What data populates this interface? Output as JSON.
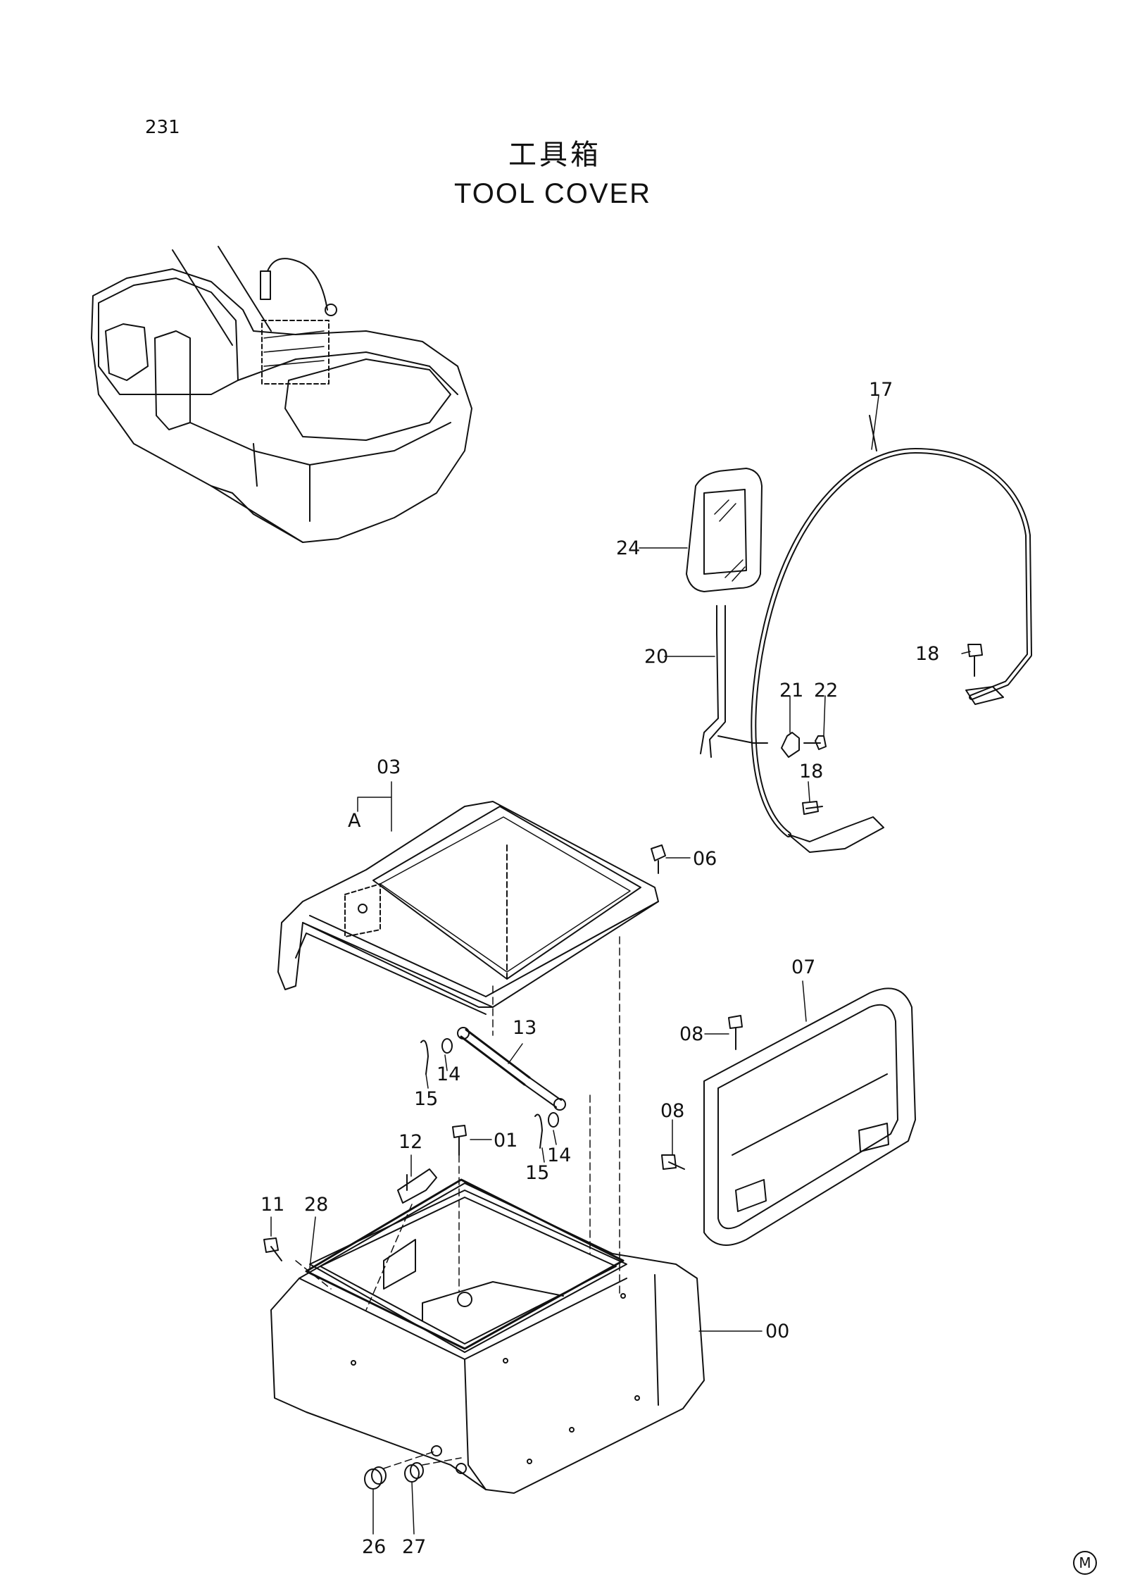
{
  "page_number": "231",
  "title": {
    "jp": "工具箱",
    "en": "TOOL COVER"
  },
  "mark": "M",
  "callouts": {
    "p00": "00",
    "p01": "01",
    "p03": "03",
    "pA": "A",
    "p06": "06",
    "p07": "07",
    "p08a": "08",
    "p08b": "08",
    "p11": "11",
    "p12": "12",
    "p13": "13",
    "p14a": "14",
    "p14b": "14",
    "p15a": "15",
    "p15b": "15",
    "p17": "17",
    "p18a": "18",
    "p18b": "18",
    "p20": "20",
    "p21": "21",
    "p22": "22",
    "p24": "24",
    "p26": "26",
    "p27": "27",
    "p28": "28"
  }
}
